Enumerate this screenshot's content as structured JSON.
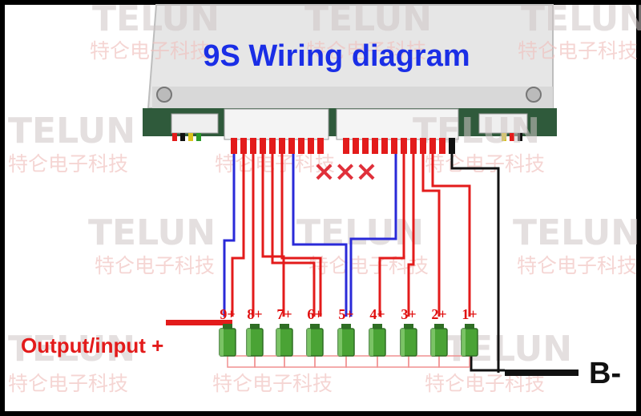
{
  "diagram": {
    "title": "9S Wiring diagram",
    "output_label": "Output/input +",
    "bminus_label": "B-",
    "cross_marks": "×××",
    "watermark_en": "TELUN",
    "watermark_cn": "特仑电子科技",
    "cells": [
      "9+",
      "8+",
      "7+",
      "6+",
      "5+",
      "4+",
      "3+",
      "2+",
      "1+"
    ]
  },
  "colors": {
    "background": "#ffffff",
    "title": "#1a2ee6",
    "red_wire": "#e31b1b",
    "blue_wire": "#2a2ad8",
    "black_wire": "#111111",
    "battery": "#4aa335",
    "board": "#e3e3e3"
  }
}
